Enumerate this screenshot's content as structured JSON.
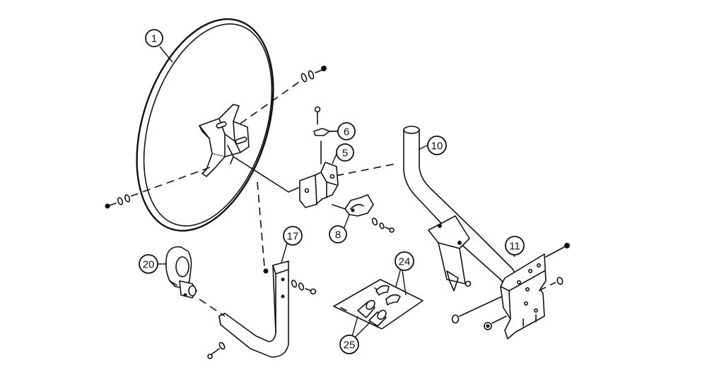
{
  "diagram": {
    "callouts": [
      {
        "id": "dish",
        "label": "1"
      },
      {
        "id": "bracket-screw",
        "label": "6"
      },
      {
        "id": "mount-bracket",
        "label": "5"
      },
      {
        "id": "clamp",
        "label": "8"
      },
      {
        "id": "mast",
        "label": "10"
      },
      {
        "id": "wall-plate",
        "label": "11"
      },
      {
        "id": "lnb-arm",
        "label": "17"
      },
      {
        "id": "lnb",
        "label": "20"
      },
      {
        "id": "cable-clip",
        "label": "24"
      },
      {
        "id": "cap-plug",
        "label": "25"
      }
    ]
  }
}
